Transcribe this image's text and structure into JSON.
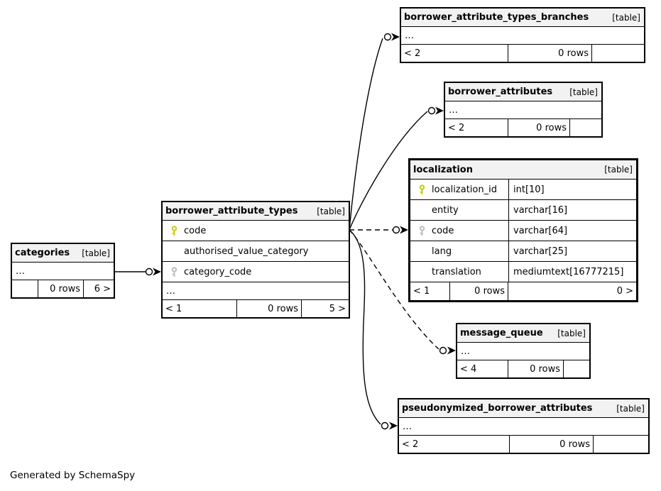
{
  "diagram": {
    "generated_note": "Generated by SchemaSpy"
  },
  "colors": {
    "primary_key": "#c9c900",
    "foreign_key": "#bdbdbd",
    "header_bg": "#f2f2f2",
    "line": "#000000"
  },
  "tables": {
    "borrower_attribute_types_branches": {
      "name": "borrower_attribute_types_branches",
      "tag": "[table]",
      "more": "…",
      "footer": {
        "left": "< 2",
        "rows": "0 rows",
        "right": ""
      }
    },
    "borrower_attributes": {
      "name": "borrower_attributes",
      "tag": "[table]",
      "more": "…",
      "footer": {
        "left": "< 2",
        "rows": "0 rows",
        "right": ""
      }
    },
    "localization": {
      "name": "localization",
      "tag": "[table]",
      "columns": [
        {
          "icon": "primary-key",
          "name": "localization_id",
          "type": "int[10]"
        },
        {
          "icon": "",
          "name": "entity",
          "type": "varchar[16]"
        },
        {
          "icon": "foreign-key",
          "name": "code",
          "type": "varchar[64]"
        },
        {
          "icon": "",
          "name": "lang",
          "type": "varchar[25]"
        },
        {
          "icon": "",
          "name": "translation",
          "type": "mediumtext[16777215]"
        }
      ],
      "footer": {
        "left": "< 1",
        "rows": "0 rows",
        "right": "0 >"
      }
    },
    "borrower_attribute_types": {
      "name": "borrower_attribute_types",
      "tag": "[table]",
      "columns": [
        {
          "icon": "primary-key",
          "name": "code"
        },
        {
          "icon": "",
          "name": "authorised_value_category"
        },
        {
          "icon": "foreign-key",
          "name": "category_code"
        }
      ],
      "more": "…",
      "footer": {
        "left": "< 1",
        "rows": "0 rows",
        "right": "5 >"
      }
    },
    "categories": {
      "name": "categories",
      "tag": "[table]",
      "more": "…",
      "footer": {
        "left": "",
        "rows": "0 rows",
        "right": "6 >"
      }
    },
    "message_queue": {
      "name": "message_queue",
      "tag": "[table]",
      "more": "…",
      "footer": {
        "left": "< 4",
        "rows": "0 rows",
        "right": ""
      }
    },
    "pseudonymized_borrower_attributes": {
      "name": "pseudonymized_borrower_attributes",
      "tag": "[table]",
      "more": "…",
      "footer": {
        "left": "< 2",
        "rows": "0 rows",
        "right": ""
      }
    }
  }
}
